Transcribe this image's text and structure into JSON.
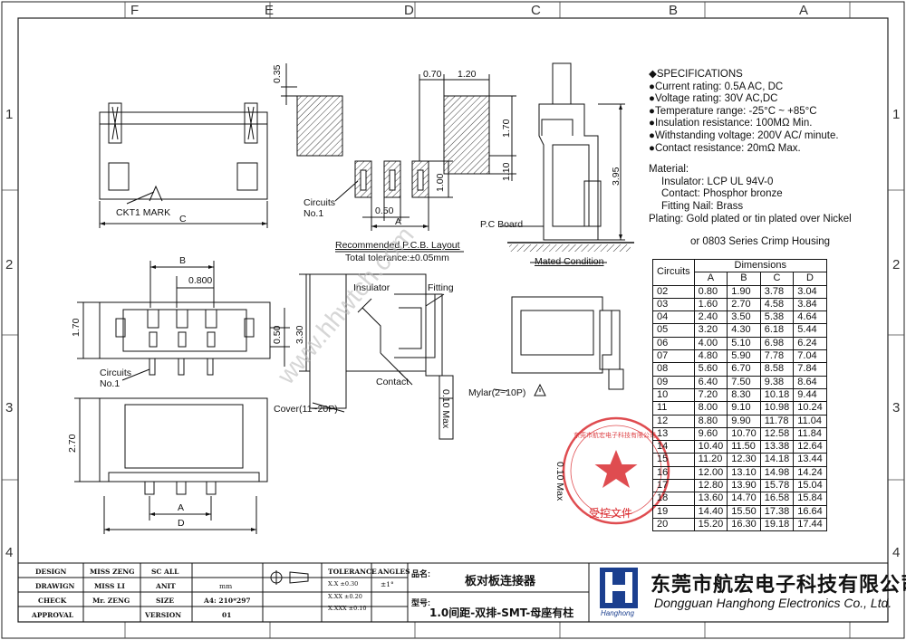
{
  "zones": {
    "top": [
      "F",
      "E",
      "D",
      "C",
      "B",
      "A"
    ],
    "side": [
      "1",
      "2",
      "3",
      "4"
    ]
  },
  "specs": {
    "heading": "◆SPECIFICATIONS",
    "lines": [
      "●Current rating: 0.5A AC, DC",
      "●Voltage rating: 30V AC,DC",
      "●Temperature range: -25°C ~ +85°C",
      "●Insulation resistance: 100MΩ Min.",
      "●Withstanding voltage: 200V AC/ minute.",
      "●Contact resistance: 20mΩ Max."
    ],
    "material_heading": "Material:",
    "materials": [
      "Insulator: LCP UL 94V-0",
      "Contact: Phosphor bronze",
      "Fitting Nail: Brass"
    ],
    "plating": "Plating: Gold plated or tin plated over Nickel",
    "crimp": "or 0803 Series Crimp  Housing"
  },
  "drawing_labels": {
    "ckt1_mark": "CKT1  MARK",
    "c": "C",
    "circuits_no1": "Circuits\nNo.1",
    "pcb_layout": "Recommended P.C.B. Layout",
    "tolerance": "Total tolerance:±0.05mm",
    "pc_board": "P.C Board",
    "mated_condition": "Mated Condition",
    "insulator": "Insulator",
    "fitting": "Fitting",
    "contact": "Contact",
    "cover": "Cover(11~20P)",
    "mylar": "Mylar(2~10P)",
    "flatness": "0.10 Max",
    "a": "A",
    "b": "B",
    "d": "D",
    "dim_035": "0.35",
    "dim_070": "0.70",
    "dim_120": "1.20",
    "dim_170": "1.70",
    "dim_110": "1.10",
    "dim_100": "1.00",
    "dim_050": "0.50",
    "dim_395": "3.95",
    "dim_0800": "0.800",
    "dim_330": "3.30",
    "dim_270": "2.70",
    "watermark": "www.hhwtch.com",
    "stamp_text": "东莞市航宏电子科技有限公司",
    "stamp_label": "受控文件"
  },
  "table": {
    "col_circuits": "Circuits",
    "col_group": "Dimensions",
    "cols": [
      "A",
      "B",
      "C",
      "D"
    ],
    "rows": [
      [
        "02",
        "0.80",
        "1.90",
        "3.78",
        "3.04"
      ],
      [
        "03",
        "1.60",
        "2.70",
        "4.58",
        "3.84"
      ],
      [
        "04",
        "2.40",
        "3.50",
        "5.38",
        "4.64"
      ],
      [
        "05",
        "3.20",
        "4.30",
        "6.18",
        "5.44"
      ],
      [
        "06",
        "4.00",
        "5.10",
        "6.98",
        "6.24"
      ],
      [
        "07",
        "4.80",
        "5.90",
        "7.78",
        "7.04"
      ],
      [
        "08",
        "5.60",
        "6.70",
        "8.58",
        "7.84"
      ],
      [
        "09",
        "6.40",
        "7.50",
        "9.38",
        "8.64"
      ],
      [
        "10",
        "7.20",
        "8.30",
        "10.18",
        "9.44"
      ],
      [
        "11",
        "8.00",
        "9.10",
        "10.98",
        "10.24"
      ],
      [
        "12",
        "8.80",
        "9.90",
        "11.78",
        "11.04"
      ],
      [
        "13",
        "9.60",
        "10.70",
        "12.58",
        "11.84"
      ],
      [
        "14",
        "10.40",
        "11.50",
        "13.38",
        "12.64"
      ],
      [
        "15",
        "11.20",
        "12.30",
        "14.18",
        "13.44"
      ],
      [
        "16",
        "12.00",
        "13.10",
        "14.98",
        "14.24"
      ],
      [
        "17",
        "12.80",
        "13.90",
        "15.78",
        "15.04"
      ],
      [
        "18",
        "13.60",
        "14.70",
        "16.58",
        "15.84"
      ],
      [
        "19",
        "14.40",
        "15.50",
        "17.38",
        "16.64"
      ],
      [
        "20",
        "15.20",
        "16.30",
        "19.18",
        "17.44"
      ]
    ]
  },
  "title_block": {
    "design_label": "DESIGN",
    "design_name": "MISS ZENG",
    "design_scale": "SC ALL",
    "drawing_label": "DRAWIGN",
    "drawing_name": "MISS LI",
    "drawing_unit_label": "ANIT",
    "drawing_unit": "mm",
    "check_label": "CHECK",
    "check_name": "Mr. ZENG",
    "size_label": "SIZE",
    "size_value": "A4: 210*297",
    "approval_label": "APPROVAL",
    "version_label": "VERSION",
    "version_value": "01",
    "tolerance_label": "TOLERANCE",
    "angles_label": "ANGLES",
    "tol_x": "X.X   ±0.30",
    "tol_xx": "X.XX  ±0.20",
    "tol_xxx": "X.XXX ±0.10",
    "angle_value": "±1°",
    "product_label": "品名:",
    "product_name": "板对板连接器",
    "model_label": "型号:",
    "model_name": "1.0间距-双排-SMT-母座有柱",
    "company_cn": "东莞市航宏电子科技有限公司",
    "company_en": "Dongguan Hanghong Electronics Co., Ltd.",
    "logo_text": "Hanghong"
  }
}
